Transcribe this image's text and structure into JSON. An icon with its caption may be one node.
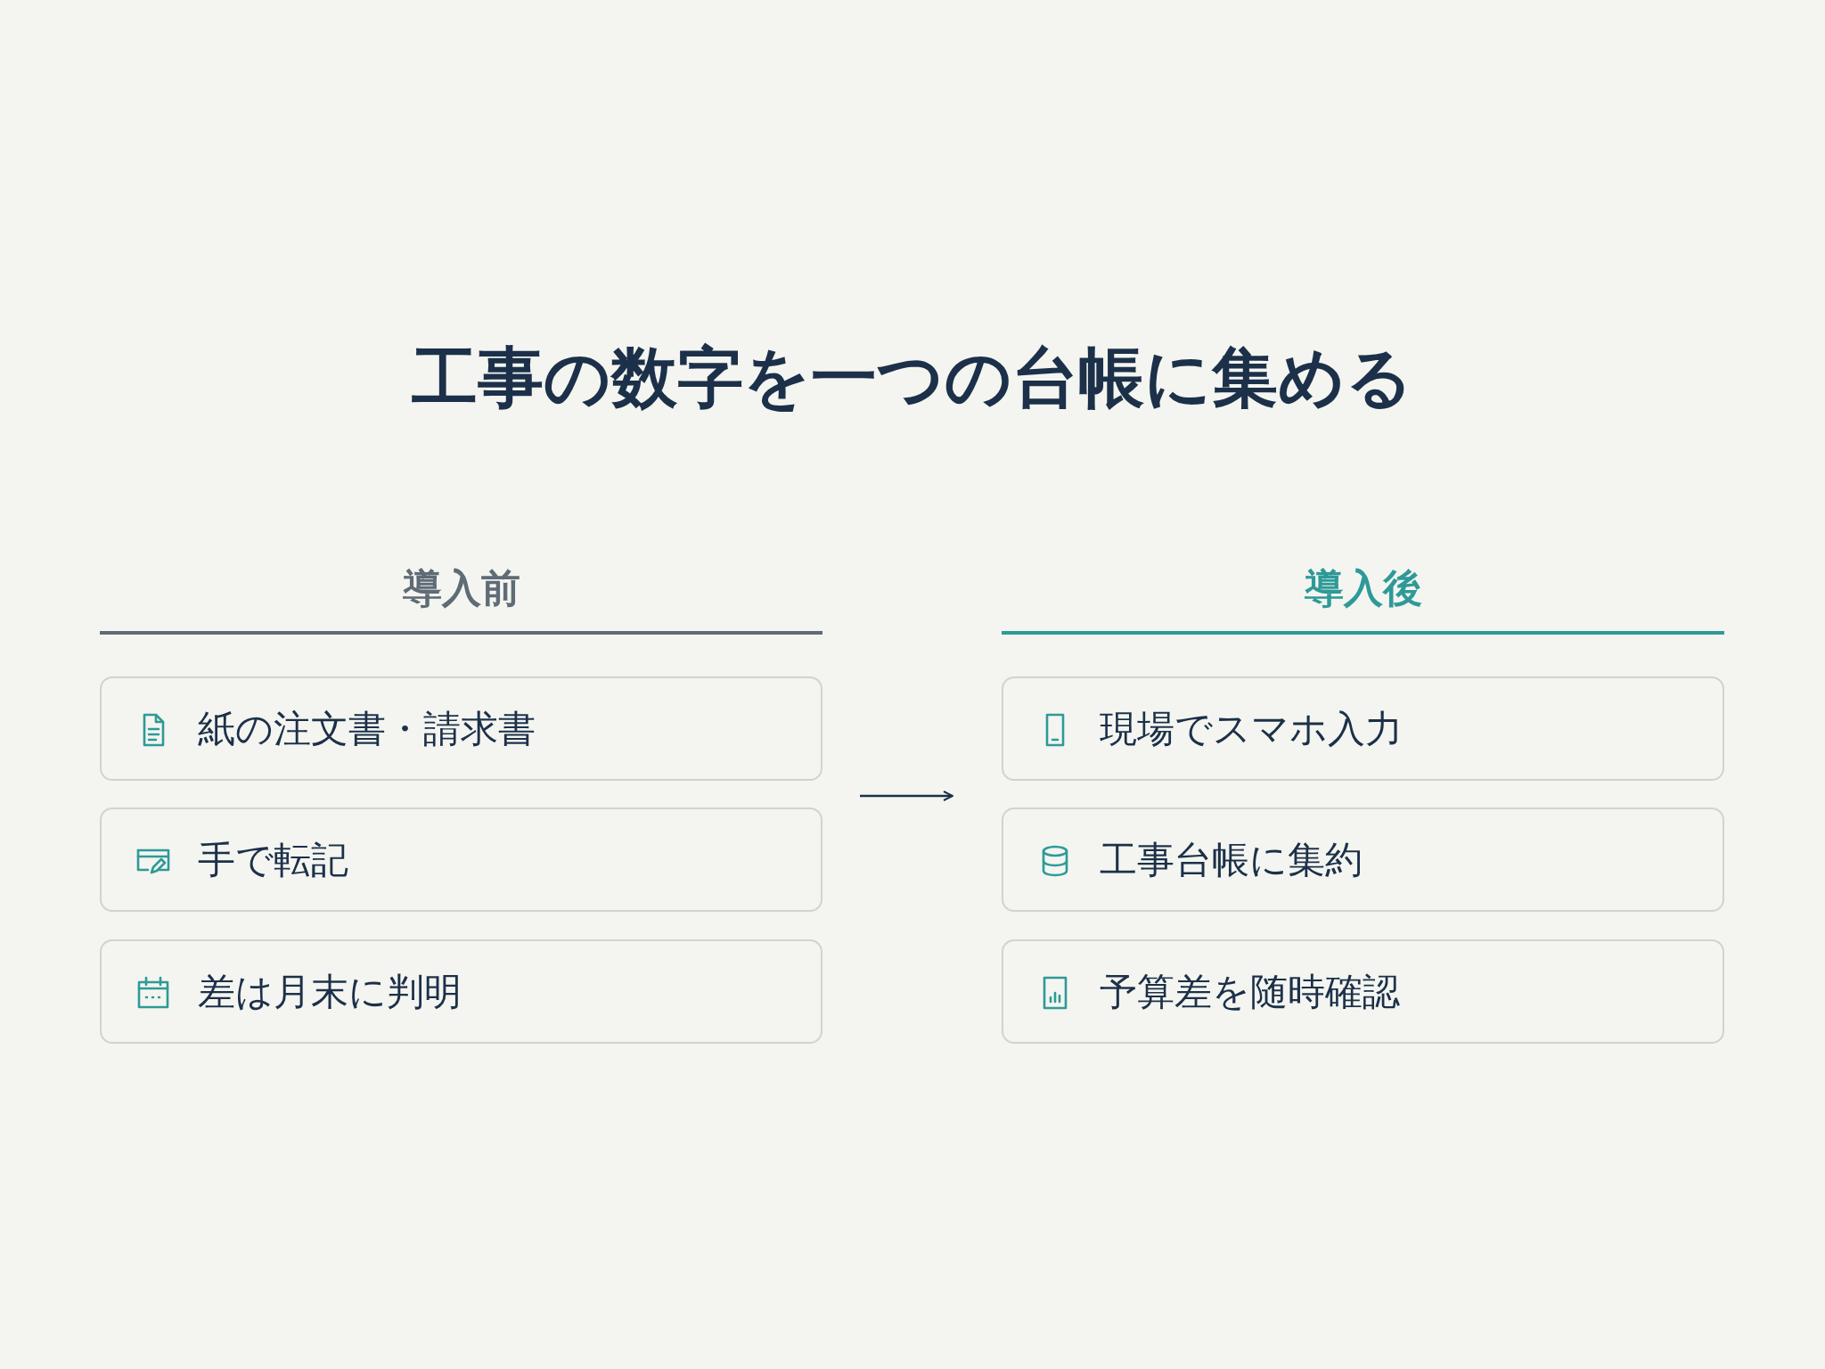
{
  "diagram": {
    "title": "工事の数字を一つの台帳に集める",
    "nodes": [
      {
        "text": [
          "導入前"
        ]
      },
      {
        "text": [
          "紙の注文書・請求書"
        ],
        "in": 0
      },
      {
        "text": [
          "手で転記"
        ],
        "in": 0
      },
      {
        "text": [
          "差は月末に判明"
        ],
        "in": 0
      },
      {
        "text": [
          "導入後"
        ]
      },
      {
        "text": [
          "現場でスマホ入力"
        ],
        "in": 4
      },
      {
        "text": [
          "工事台帳に集約"
        ],
        "in": 4
      },
      {
        "text": [
          "予算差を随時確認"
        ],
        "in": 4
      }
    ],
    "edges": [
      {
        "from": 0,
        "to": 4,
        "arrow": "to"
      }
    ]
  }
}
